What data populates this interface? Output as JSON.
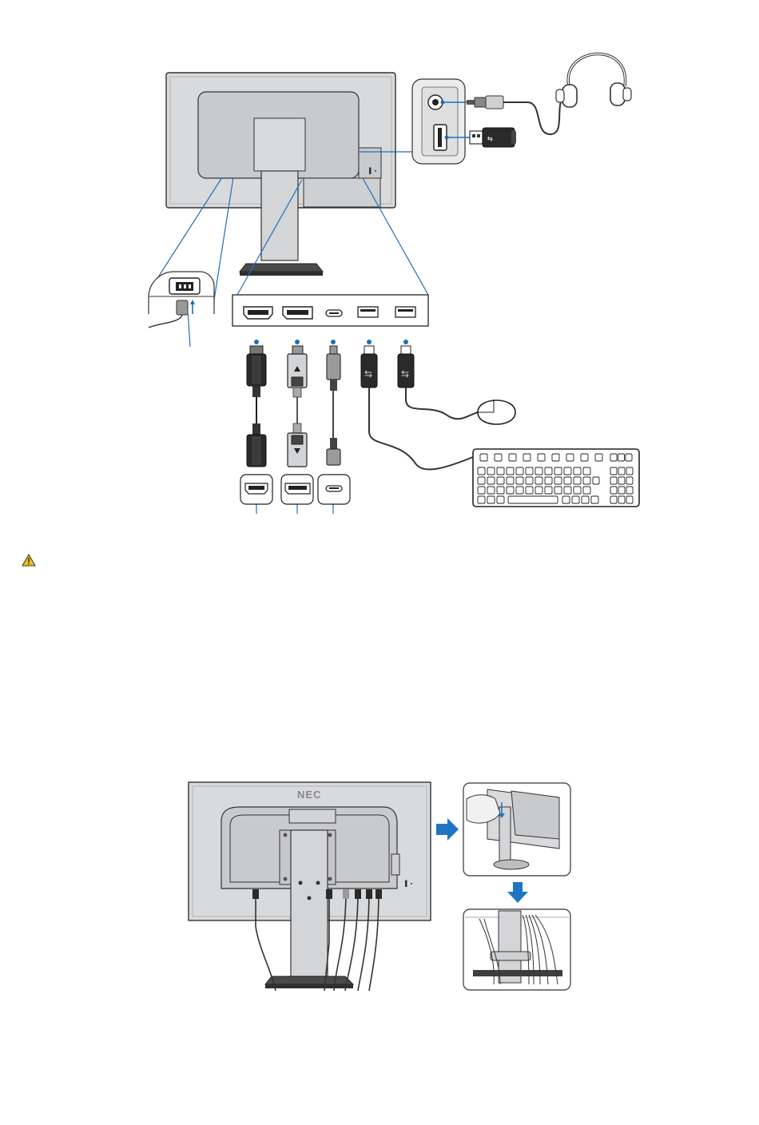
{
  "brand": {
    "name": "NEC"
  },
  "warning": {
    "icon": "warning-triangle-icon"
  },
  "colors": {
    "callout": "#1c6fbd",
    "arrow": "#1f74c4",
    "monitor_fill": "#d7d8da",
    "monitor_dark": "#c6c7c9",
    "stroke": "#333333",
    "cable_dark": "#2a2a2a",
    "warning": "#f2c21b"
  },
  "connections": {
    "rear_ports": [
      "HDMI",
      "DisplayPort",
      "USB-C",
      "USB-A",
      "USB-A"
    ],
    "devices": [
      "headphones",
      "usb-flash-drive",
      "mouse",
      "keyboard",
      "power-cord"
    ],
    "source_ports": [
      "HDMI",
      "DisplayPort",
      "USB-C"
    ]
  }
}
